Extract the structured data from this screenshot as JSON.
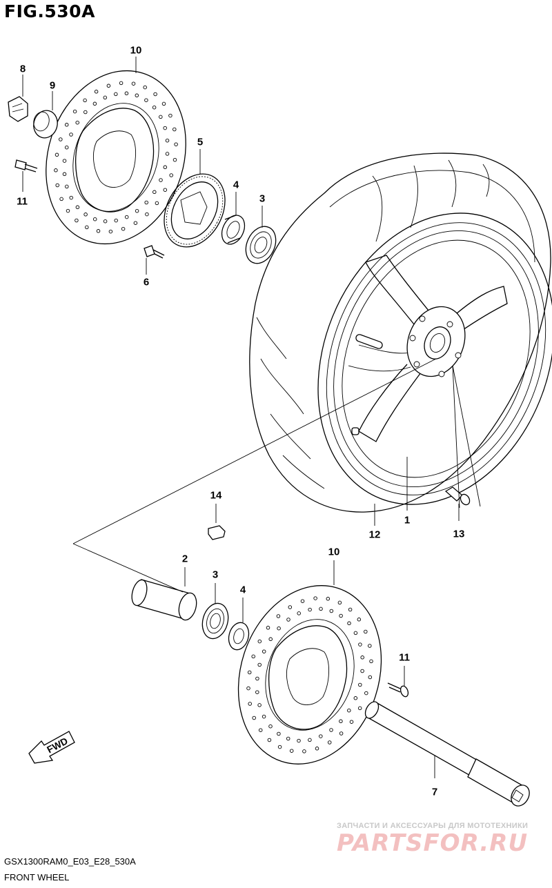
{
  "figure": {
    "title": "FIG.530A"
  },
  "labels": {
    "p1": "1",
    "p2": "2",
    "p3_upper": "3",
    "p3_lower": "3",
    "p4_upper": "4",
    "p4_lower": "4",
    "p5": "5",
    "p6": "6",
    "p7": "7",
    "p8": "8",
    "p9": "9",
    "p10_upper": "10",
    "p10_lower": "10",
    "p11_upper": "11",
    "p11_lower": "11",
    "p12": "12",
    "p13": "13",
    "p14": "14"
  },
  "fwd_arrow": {
    "text": "FWD",
    "icon": "fwd-arrow-icon"
  },
  "footer": {
    "code": "GSX1300RAM0_E03_E28_530A",
    "name": "FRONT WHEEL"
  },
  "watermark": {
    "tagline": "ЗАПЧАСТИ И АКСЕССУАРЫ ДЛЯ МОТОТЕХНИКИ",
    "brand": "PARTSFOR.RU"
  },
  "colors": {
    "line": "#000000",
    "background": "#ffffff",
    "watermark_brand": "#f3c0c0",
    "watermark_tag": "#c8c8c8"
  }
}
